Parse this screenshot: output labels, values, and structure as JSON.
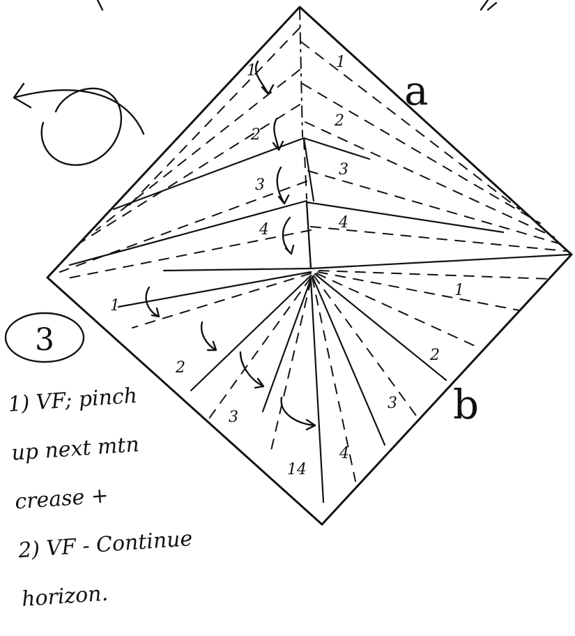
{
  "corner_labels": {
    "a": "a",
    "b": "b"
  },
  "step_number": "3",
  "instructions": {
    "line1": "1) VF; pinch",
    "line2": "up next mtn",
    "line3": "crease +",
    "line4": "2) VF - Continue",
    "line5": "horizon."
  },
  "upper_sector_numbers": [
    "1",
    "2",
    "3",
    "4"
  ],
  "upper_flap_numbers": [
    "1",
    "2",
    "3",
    "4"
  ],
  "lower_left_numbers": [
    "1",
    "2",
    "3"
  ],
  "lower_center_numbers": [
    "14"
  ],
  "lower_right_numbers": [
    "1",
    "2",
    "3",
    "4"
  ]
}
